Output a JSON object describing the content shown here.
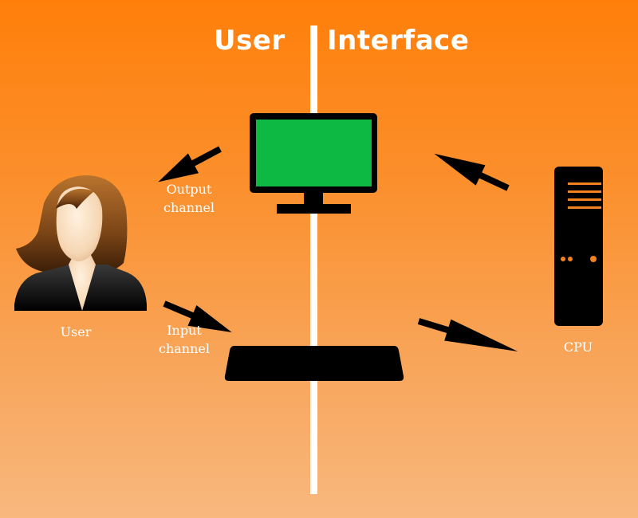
{
  "diagram": {
    "heading_left": "User",
    "heading_right": "Interface",
    "output_channel_label": "Output\nchannel",
    "input_channel_label": "Input\nchannel",
    "user_label": "User",
    "cpu_label": "CPU"
  },
  "colors": {
    "background_top": "#ff7f0a",
    "background_bottom": "#f8b87e",
    "divider": "#ffffff",
    "monitor_screen": "#0db843",
    "device_body": "#000000",
    "cpu_lines": "#f58220",
    "text": "#ffffff"
  },
  "icons": [
    "user-avatar-icon",
    "monitor-icon",
    "keyboard-icon",
    "cpu-tower-icon",
    "arrow-icon"
  ]
}
